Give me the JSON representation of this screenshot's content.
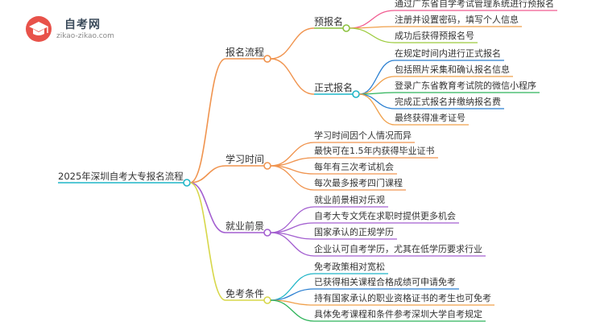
{
  "logo": {
    "name": "自考网",
    "url": "zikao-zikao.com"
  },
  "root": "2025年深圳自考大专报名流程",
  "branches": [
    {
      "label": "报名流程",
      "color": "#f0944f",
      "children": [
        {
          "label": "预报名",
          "color": "#8cc13f",
          "children": [
            {
              "label": "通过广东省自学考试管理系统进行预报名",
              "color": "#f15b90"
            },
            {
              "label": "注册并设置密码，填写个人信息",
              "color": "#f0a04b"
            },
            {
              "label": "成功后获得预报名号",
              "color": "#9ccb3c"
            }
          ]
        },
        {
          "label": "正式报名",
          "color": "#1fb5c7",
          "children": [
            {
              "label": "在规定时间内进行正式报名",
              "color": "#2a7fd1"
            },
            {
              "label": "包括照片采集和确认报名信息",
              "color": "#f0a04b"
            },
            {
              "label": "登录广东省教育考试院的微信小程序",
              "color": "#2fb45a"
            },
            {
              "label": "完成正式报名并缴纳报名费",
              "color": "#2a7fd1"
            },
            {
              "label": "最终获得准考证号",
              "color": "#f0a04b"
            }
          ]
        }
      ]
    },
    {
      "label": "学习时间",
      "color": "#f0944f",
      "children": [
        {
          "label": "学习时间因个人情况而异",
          "color": "#f0944f"
        },
        {
          "label": "最快可在1.5年内获得毕业证书",
          "color": "#f0944f"
        },
        {
          "label": "每年有三次考试机会",
          "color": "#f0944f"
        },
        {
          "label": "每次最多报考四门课程",
          "color": "#f0944f"
        }
      ]
    },
    {
      "label": "就业前景",
      "color": "#a35fd0",
      "children": [
        {
          "label": "就业前景相对乐观",
          "color": "#a35fd0"
        },
        {
          "label": "自考大专文凭在求职时提供更多机会",
          "color": "#a35fd0"
        },
        {
          "label": "国家承认的正规学历",
          "color": "#a35fd0"
        },
        {
          "label": "企业认可自考学历，尤其在低学历要求行业",
          "color": "#a35fd0"
        }
      ]
    },
    {
      "label": "免考条件",
      "color": "#d7d74a",
      "children": [
        {
          "label": "免考政策相对宽松",
          "color": "#1fb5c7"
        },
        {
          "label": "已获得相关课程合格成绩可申请免考",
          "color": "#2a7fd1"
        },
        {
          "label": "持有国家承认的职业资格证书的考生也可免考",
          "color": "#f0a04b"
        },
        {
          "label": "具体免考课程和条件参考深圳大学自考规定",
          "color": "#2fb45a"
        }
      ]
    }
  ]
}
